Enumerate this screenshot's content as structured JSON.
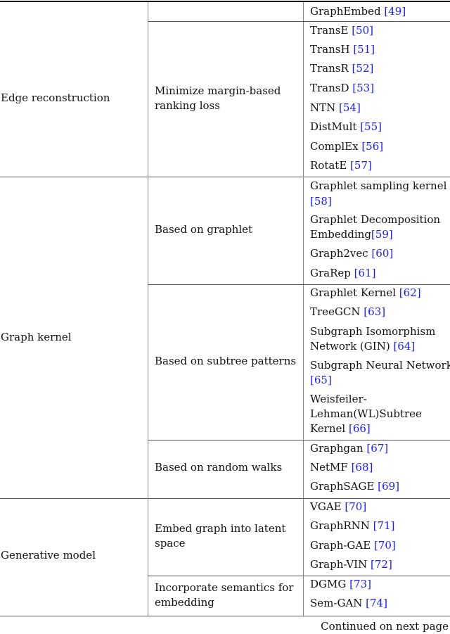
{
  "categories": [
    {
      "label": "Edge reconstruction",
      "groups": [
        {
          "label": [],
          "items": [
            {
              "text": "GraphEmbed ",
              "ref": "[49]"
            }
          ]
        },
        {
          "label": [
            "Minimize margin-based",
            "ranking loss"
          ],
          "items": [
            {
              "text": "TransE ",
              "ref": "[50]"
            },
            {
              "text": "TransH ",
              "ref": "[51]"
            },
            {
              "text": "TransR ",
              "ref": "[52]"
            },
            {
              "text": "TransD ",
              "ref": "[53]"
            },
            {
              "text": "NTN ",
              "ref": "[54]"
            },
            {
              "text": "DistMult ",
              "ref": "[55]"
            },
            {
              "text": "ComplEx ",
              "ref": "[56]"
            },
            {
              "text": "RotatE ",
              "ref": "[57]"
            }
          ]
        }
      ]
    },
    {
      "label": "Graph kernel",
      "groups": [
        {
          "label": [
            "Based on graphlet"
          ],
          "items": [
            {
              "text": "Graphlet sampling kernel",
              "ref": "[58]"
            },
            {
              "text": "Graphlet Decomposition Embedding",
              "ref": "[59]"
            },
            {
              "text": "Graph2vec ",
              "ref": "[60]"
            },
            {
              "text": "GraRep ",
              "ref": "[61]"
            }
          ]
        },
        {
          "label": [
            "Based on subtree patterns"
          ],
          "items": [
            {
              "text": "Graphlet Kernel ",
              "ref": "[62]"
            },
            {
              "text": "TreeGCN ",
              "ref": "[63]"
            },
            {
              "text": "Subgraph Isomorphism Network (GIN) ",
              "ref": "[64]"
            },
            {
              "text": "Subgraph Neural Network",
              "ref": "[65]"
            },
            {
              "text": "Weisfeiler-Lehman(WL)Subtree Kernel ",
              "ref": "[66]"
            }
          ]
        },
        {
          "label": [
            "Based on random walks"
          ],
          "items": [
            {
              "text": "Graphgan ",
              "ref": "[67]"
            },
            {
              "text": "NetMF ",
              "ref": "[68]"
            },
            {
              "text": "GraphSAGE ",
              "ref": "[69]"
            }
          ]
        }
      ]
    },
    {
      "label": "Generative model",
      "groups": [
        {
          "label": [
            "Embed graph into latent",
            "space"
          ],
          "items": [
            {
              "text": "VGAE ",
              "ref": "[70]"
            },
            {
              "text": "GraphRNN ",
              "ref": "[71]"
            },
            {
              "text": "Graph-GAE ",
              "ref": "[70]"
            },
            {
              "text": "Graph-VIN ",
              "ref": "[72]"
            }
          ]
        },
        {
          "label": [
            "Incorporate semantics for",
            "embedding"
          ],
          "items": [
            {
              "text": "DGMG ",
              "ref": "[73]"
            },
            {
              "text": "Sem-GAN ",
              "ref": "[74]"
            }
          ]
        }
      ]
    }
  ],
  "footer": "Continued on next page"
}
